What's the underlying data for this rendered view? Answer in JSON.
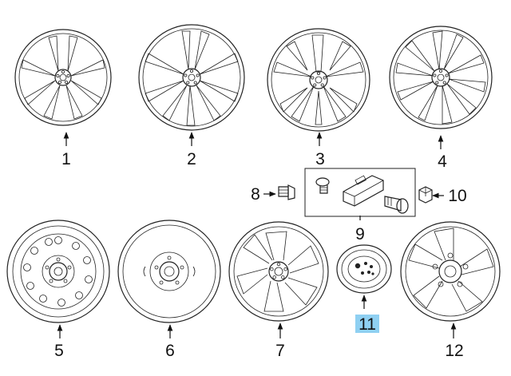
{
  "callouts": [
    {
      "id": "1",
      "text": "1"
    },
    {
      "id": "2",
      "text": "2"
    },
    {
      "id": "3",
      "text": "3"
    },
    {
      "id": "4",
      "text": "4"
    },
    {
      "id": "5",
      "text": "5"
    },
    {
      "id": "6",
      "text": "6"
    },
    {
      "id": "7",
      "text": "7"
    },
    {
      "id": "8",
      "text": "8"
    },
    {
      "id": "9",
      "text": "9"
    },
    {
      "id": "10",
      "text": "10"
    },
    {
      "id": "11",
      "text": "11"
    },
    {
      "id": "12",
      "text": "12"
    }
  ],
  "highlight_color": "#8fd0f2",
  "highlighted_callout": "11",
  "icons": [
    "alloy-wheel-icon",
    "steel-wheel-icon",
    "spare-wheel-icon",
    "valve-stem-icon",
    "tpms-sensor-icon",
    "lug-nut-icon",
    "center-cap-icon",
    "wheel-cover-icon"
  ]
}
